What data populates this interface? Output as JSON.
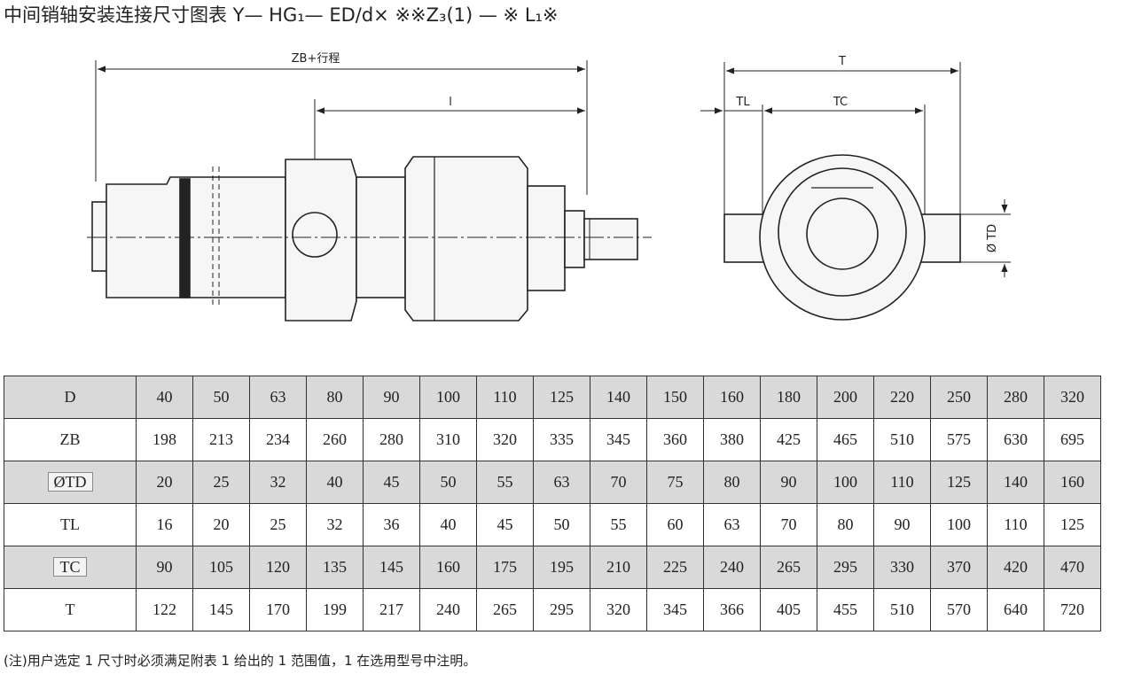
{
  "title": "中间销轴安装连接尺寸图表 Y— HG₁— ED/d× ※※Z₃(1) — ※ L₁※",
  "drawing": {
    "side_view_labels": {
      "zb": "ZB+行程",
      "l": "l"
    },
    "end_view_labels": {
      "t": "T",
      "tl": "TL",
      "tc": "TC",
      "td": "Ø TD"
    }
  },
  "table": {
    "rows": [
      {
        "label": "D",
        "boxed": false,
        "shade": true,
        "values": [
          "40",
          "50",
          "63",
          "80",
          "90",
          "100",
          "110",
          "125",
          "140",
          "150",
          "160",
          "180",
          "200",
          "220",
          "250",
          "280",
          "320"
        ]
      },
      {
        "label": "ZB",
        "boxed": false,
        "shade": false,
        "values": [
          "198",
          "213",
          "234",
          "260",
          "280",
          "310",
          "320",
          "335",
          "345",
          "360",
          "380",
          "425",
          "465",
          "510",
          "575",
          "630",
          "695"
        ]
      },
      {
        "label": "ØTD",
        "boxed": true,
        "shade": true,
        "values": [
          "20",
          "25",
          "32",
          "40",
          "45",
          "50",
          "55",
          "63",
          "70",
          "75",
          "80",
          "90",
          "100",
          "110",
          "125",
          "140",
          "160"
        ]
      },
      {
        "label": "TL",
        "boxed": false,
        "shade": false,
        "values": [
          "16",
          "20",
          "25",
          "32",
          "36",
          "40",
          "45",
          "50",
          "55",
          "60",
          "63",
          "70",
          "80",
          "90",
          "100",
          "110",
          "125"
        ]
      },
      {
        "label": "TC",
        "boxed": true,
        "shade": true,
        "values": [
          "90",
          "105",
          "120",
          "135",
          "145",
          "160",
          "175",
          "195",
          "210",
          "225",
          "240",
          "265",
          "295",
          "330",
          "370",
          "420",
          "470"
        ]
      },
      {
        "label": "T",
        "boxed": false,
        "shade": false,
        "values": [
          "122",
          "145",
          "170",
          "199",
          "217",
          "240",
          "265",
          "295",
          "320",
          "345",
          "366",
          "405",
          "455",
          "510",
          "570",
          "640",
          "720"
        ]
      }
    ]
  },
  "note": "(注)用户选定 1 尺寸时必须满足附表 1 给出的 1 范围值，1 在选用型号中注明。"
}
